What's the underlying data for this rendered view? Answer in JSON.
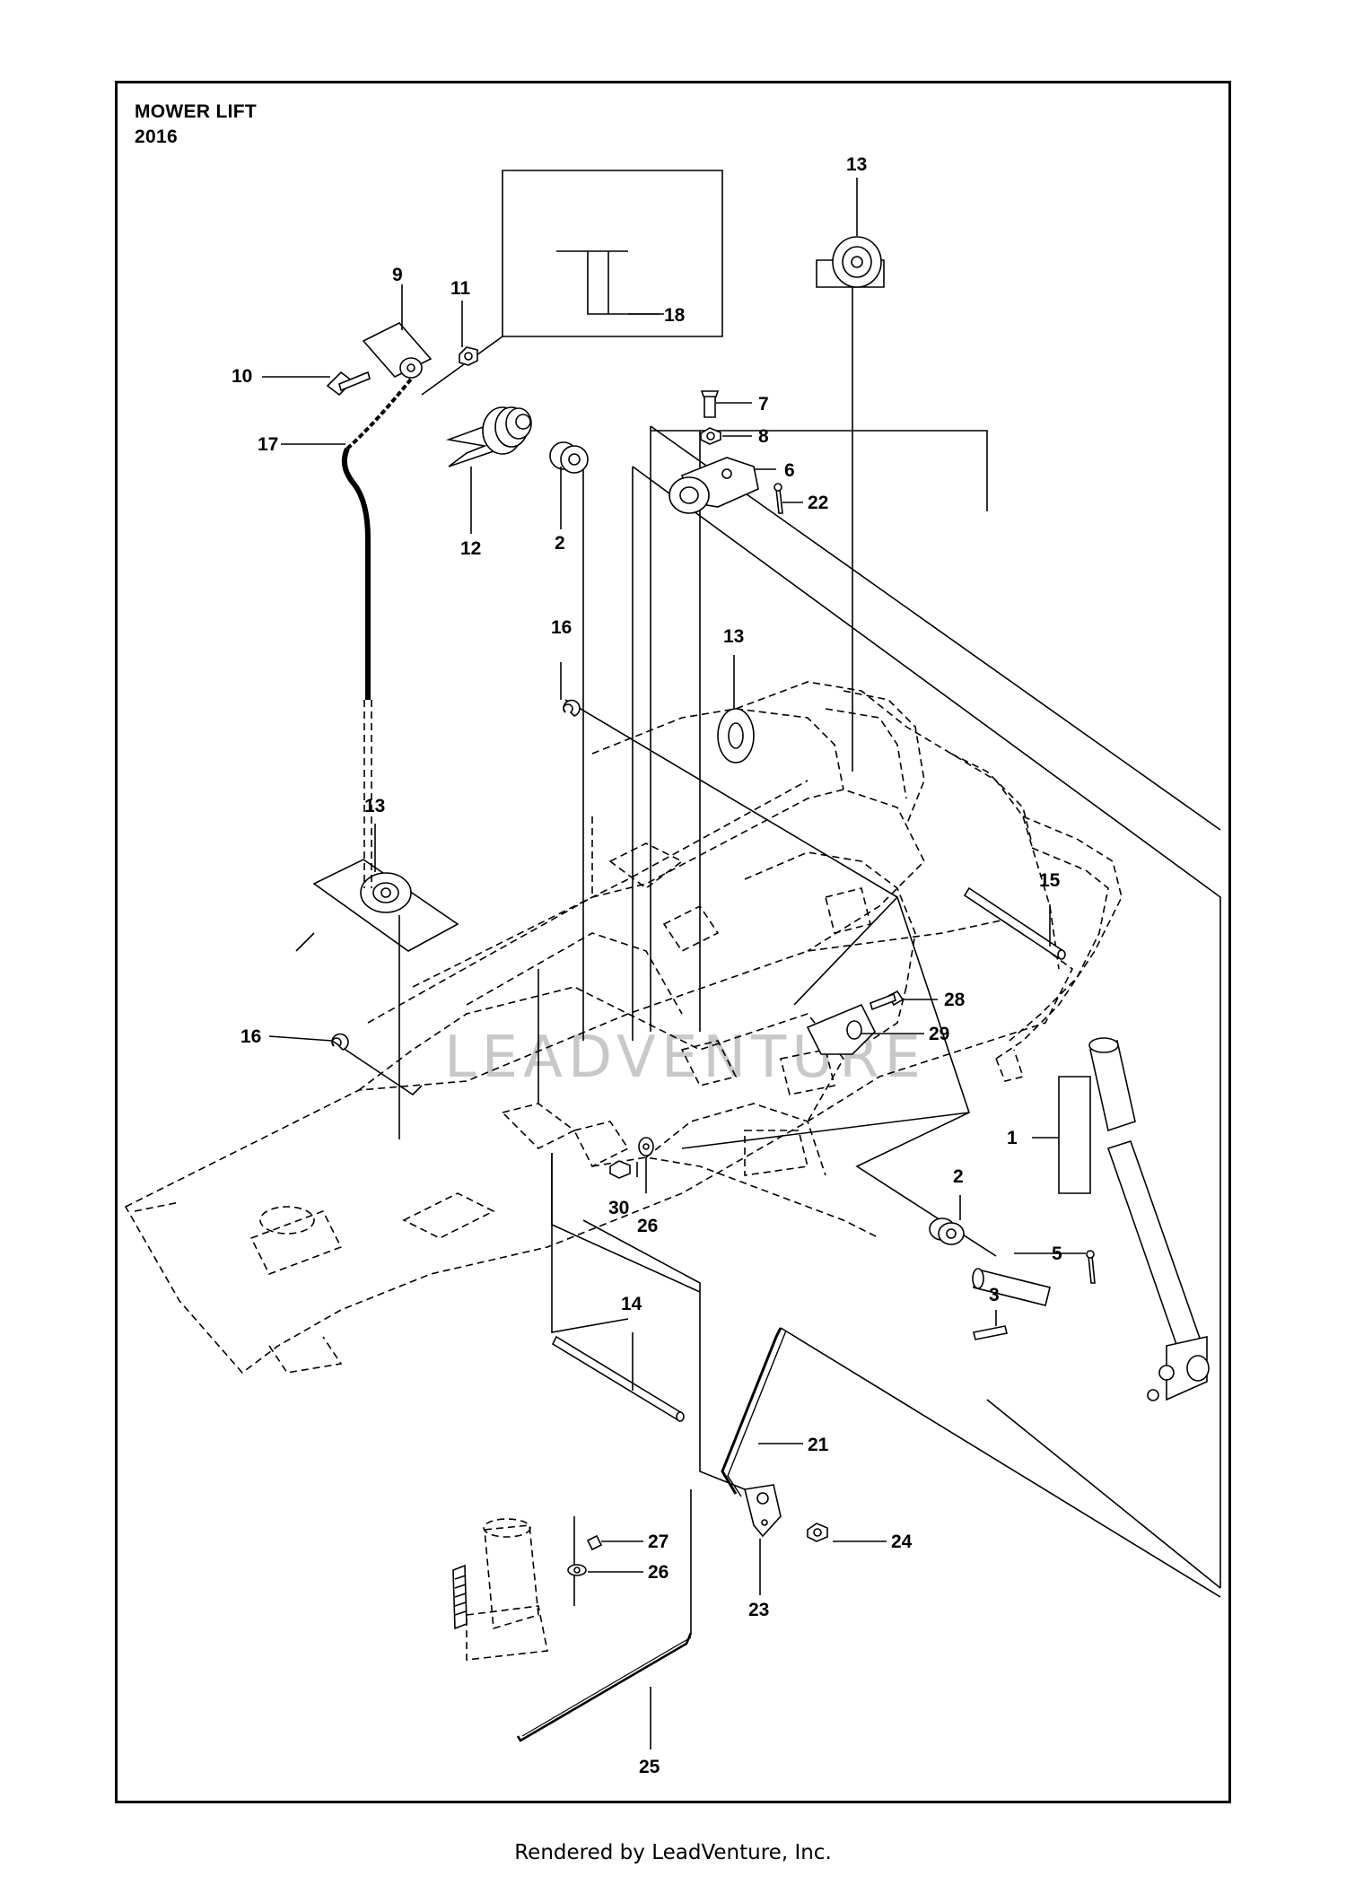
{
  "diagram": {
    "title": "MOWER LIFT",
    "subtitle": "2016",
    "watermark": "LEADVENTURE",
    "footer": "Rendered by LeadVenture, Inc."
  },
  "callouts": {
    "c1": "1",
    "c2a": "2",
    "c2b": "2",
    "c3": "3",
    "c5": "5",
    "c6": "6",
    "c7": "7",
    "c8": "8",
    "c9": "9",
    "c10": "10",
    "c11": "11",
    "c12": "12",
    "c13a": "13",
    "c13b": "13",
    "c13c": "13",
    "c14": "14",
    "c15": "15",
    "c16a": "16",
    "c16b": "16",
    "c17": "17",
    "c18": "18",
    "c21": "21",
    "c22": "22",
    "c23": "23",
    "c24": "24",
    "c25": "25",
    "c26a": "26",
    "c26b": "26",
    "c27": "27",
    "c28": "28",
    "c29": "29",
    "c30": "30"
  }
}
